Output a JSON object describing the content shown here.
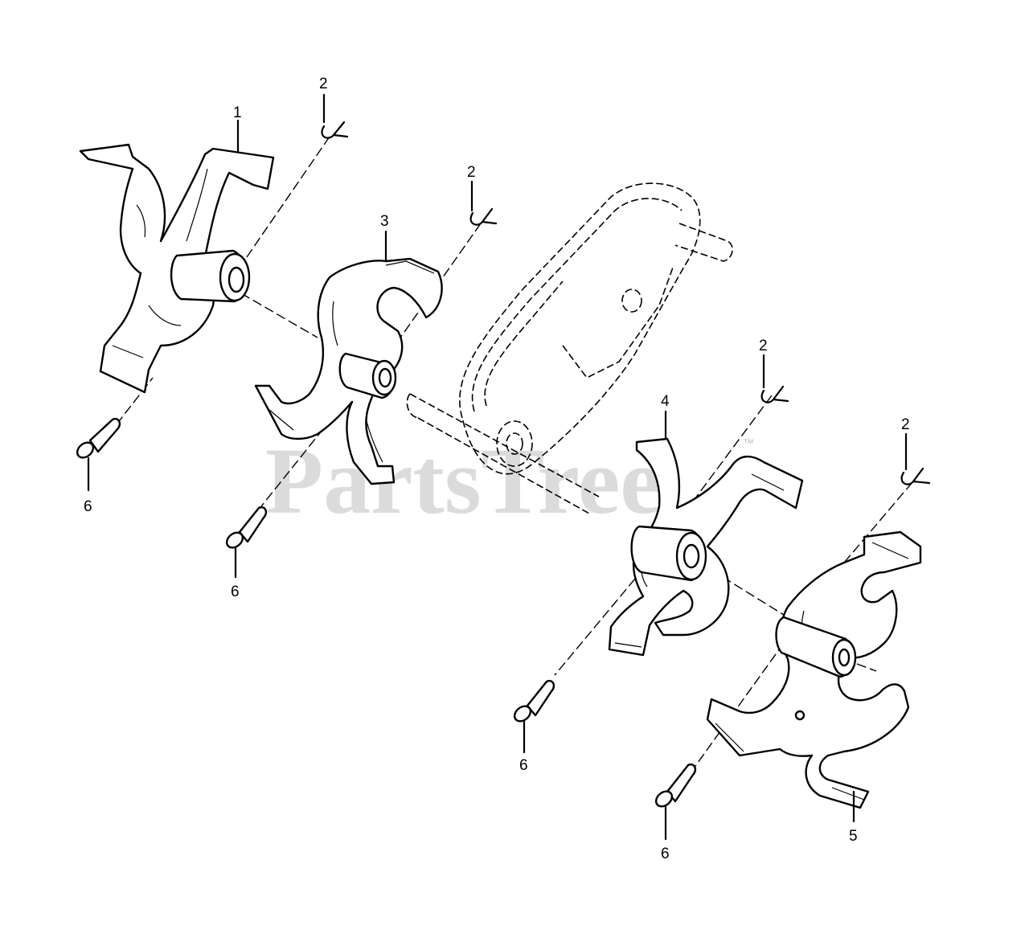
{
  "watermark": {
    "text": "PartsTree",
    "trademark": "™"
  },
  "callouts": {
    "tine_outer_left": "1",
    "clip_a": "2",
    "clip_b": "2",
    "clip_c": "2",
    "clip_d": "2",
    "tine_inner_left": "3",
    "tine_inner_right": "4",
    "tine_outer_right": "5",
    "pin_a": "6",
    "pin_b": "6",
    "pin_c": "6",
    "pin_d": "6"
  }
}
